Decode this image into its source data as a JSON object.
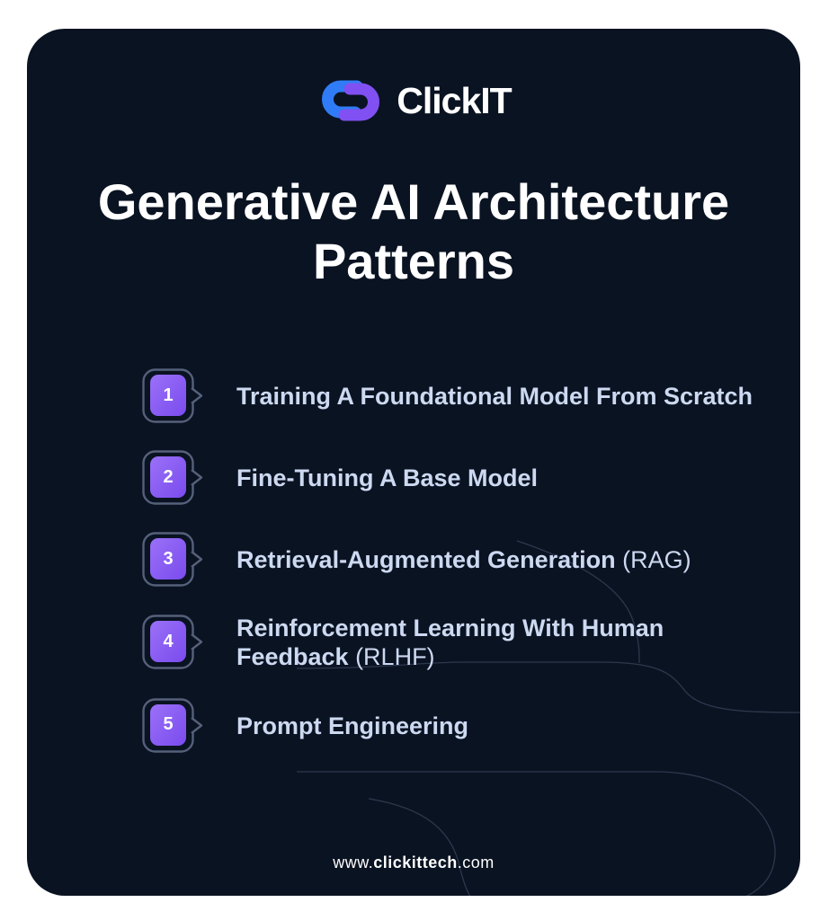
{
  "brand": {
    "name": "ClickIT",
    "icon": "clickit-link-icon",
    "icon_colors": {
      "blue": "#2f7cf6",
      "purple": "#8150f2"
    }
  },
  "title": "Generative AI Architecture Patterns",
  "list": {
    "items": [
      {
        "number": "1",
        "bold": "Training A Foundational Model From Scratch",
        "normal": ""
      },
      {
        "number": "2",
        "bold": "Fine-Tuning A Base Model",
        "normal": ""
      },
      {
        "number": "3",
        "bold": "Retrieval-Augmented Generation",
        "normal": " (RAG)"
      },
      {
        "number": "4",
        "bold": "Reinforcement Learning With Human Feedback",
        "normal": " (RLHF)"
      },
      {
        "number": "5",
        "bold": "Prompt Engineering",
        "normal": ""
      }
    ]
  },
  "footer": {
    "prefix": "www.",
    "brand": "clickittech",
    "suffix": ".com"
  },
  "colors": {
    "card_background": "#0a1322",
    "accent_purple": "#8355f2",
    "logo_blue": "#2f7cf6",
    "title_text": "#ffffff",
    "list_text": "#ccd9f1",
    "badge_outline": "#55607a",
    "decorative_line": "#8299bd"
  }
}
